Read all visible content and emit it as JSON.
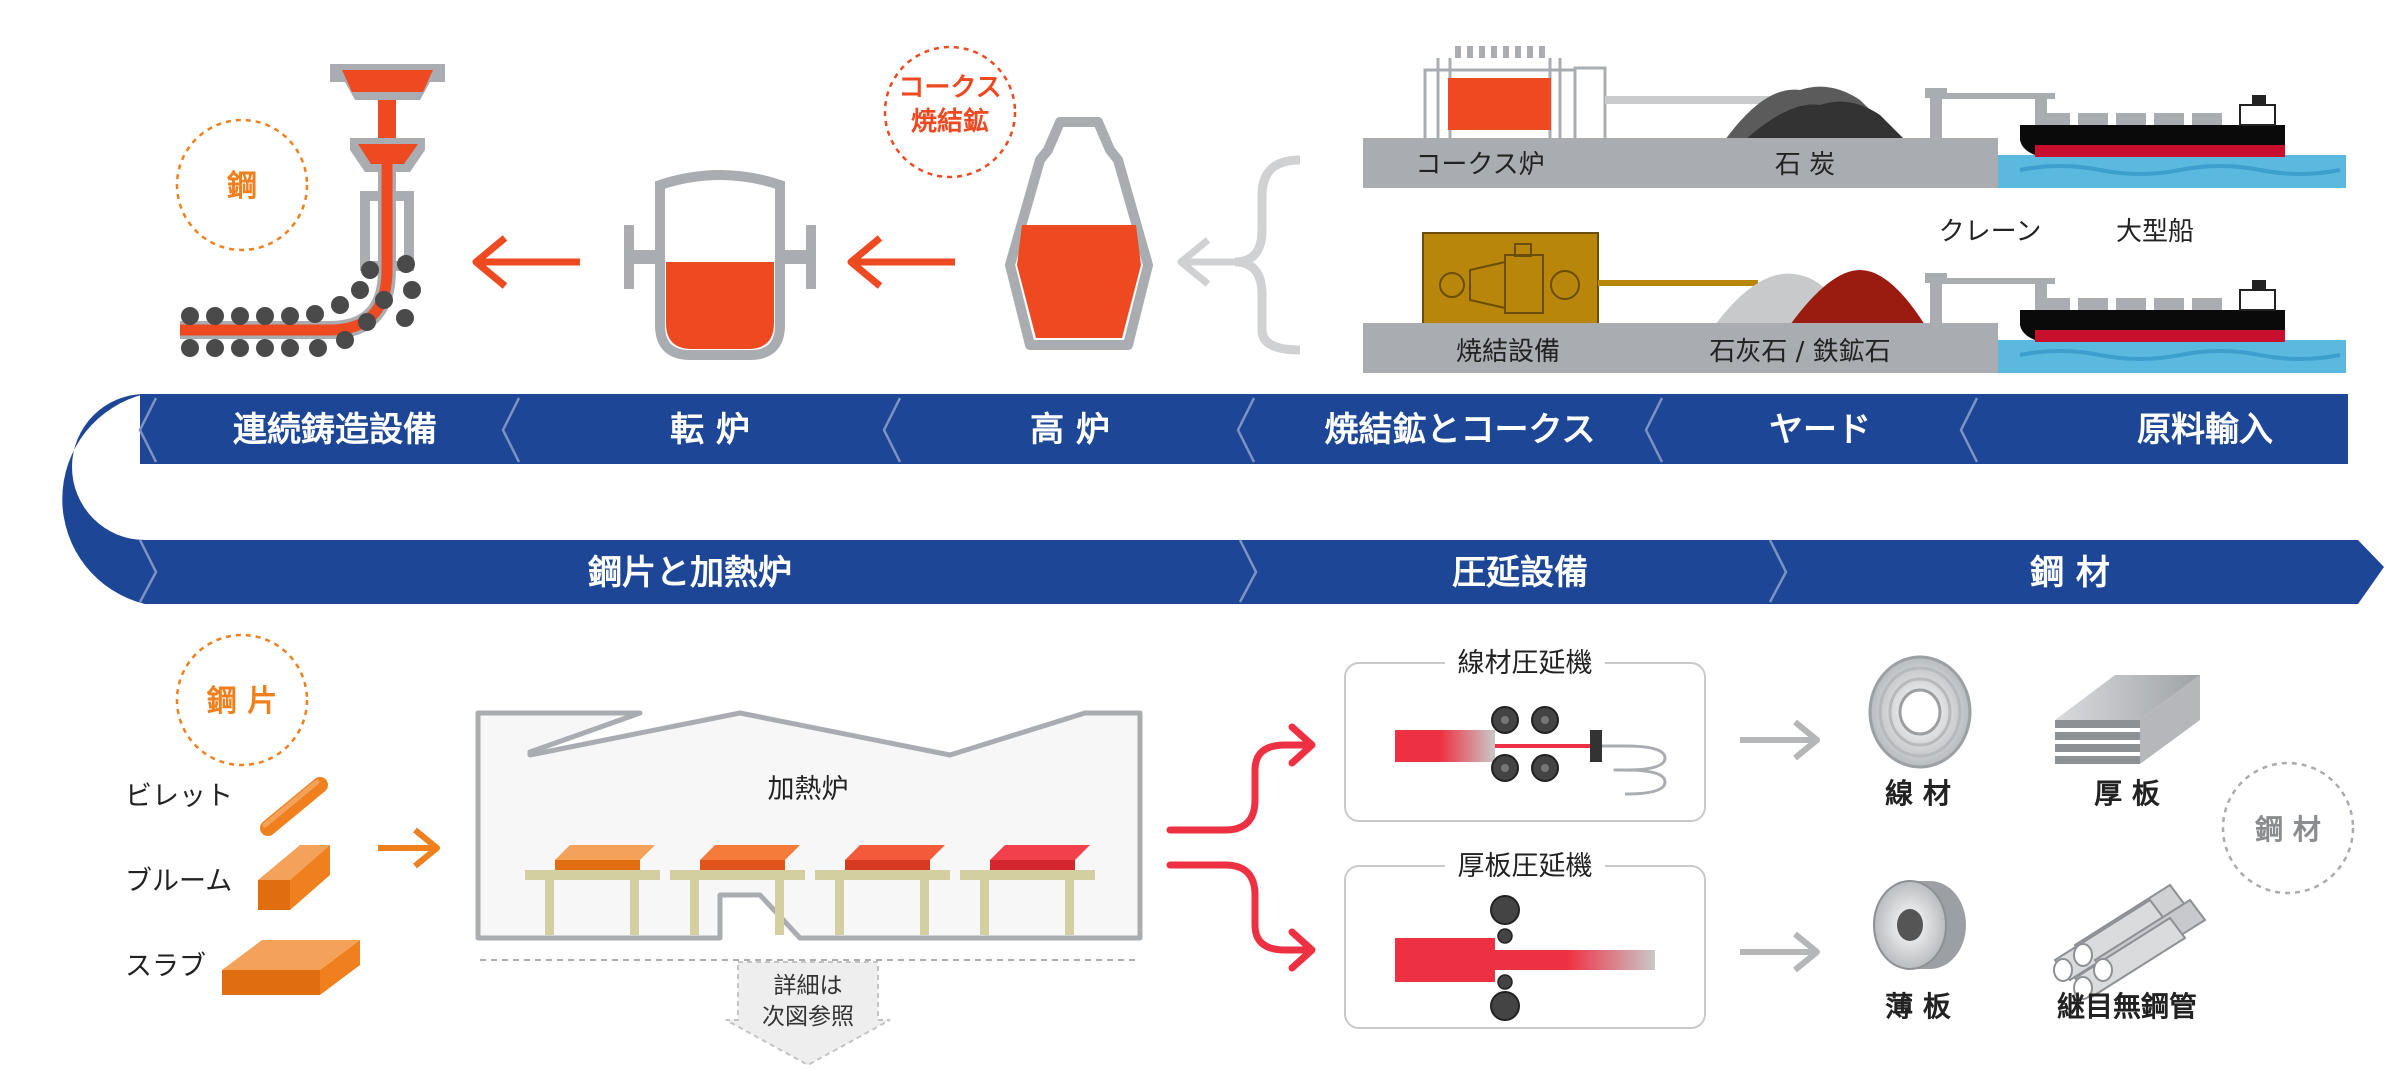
{
  "top_band": {
    "stages": [
      {
        "label": "連続鋳造設備"
      },
      {
        "label": "転 炉"
      },
      {
        "label": "高 炉"
      },
      {
        "label": "焼結鉱とコークス"
      },
      {
        "label": "ヤード"
      },
      {
        "label": "原料輸入"
      }
    ]
  },
  "bottom_band": {
    "stages": [
      {
        "label": "鋼片と加熱炉"
      },
      {
        "label": "圧延設備"
      },
      {
        "label": "鋼 材"
      }
    ]
  },
  "top_section": {
    "steel_circle": "鋼",
    "coke_sinter_circle": [
      "コークス",
      "焼結鉱"
    ],
    "coke_oven": "コークス炉",
    "coal": "石 炭",
    "sinter_plant": "焼結設備",
    "limestone_ore": "石灰石 / 鉄鉱石",
    "crane": "クレーン",
    "large_ship": "大型船"
  },
  "bottom_section": {
    "billet_circle": "鋼 片",
    "billet": "ビレット",
    "bloom": "ブルーム",
    "slab": "スラブ",
    "furnace": "加熱炉",
    "details_note": [
      "詳細は",
      "次図参照"
    ],
    "wire_mill": "線材圧延機",
    "plate_mill": "厚板圧延機",
    "wire_rod": "線 材",
    "thick_plate": "厚 板",
    "thin_sheet": "薄 板",
    "seamless_pipe": "継目無鋼管",
    "steel_products_circle": "鋼 材"
  },
  "colors": {
    "band_blue": "#1d4796",
    "orange_accent": "#f07f1e",
    "red_molten": "#ee4a21",
    "steel_gray": "#a9acb0",
    "sea_blue": "#5bb9e0",
    "ore_red": "#9a1b10",
    "red_arrow": "#ee3142"
  }
}
